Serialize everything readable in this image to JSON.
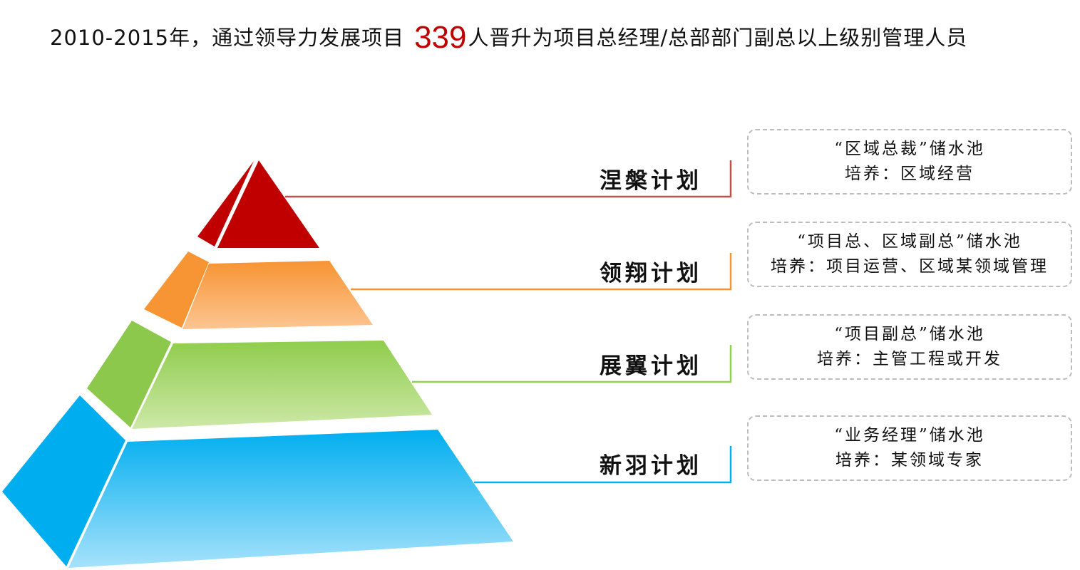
{
  "title": {
    "prefix": "2010-2015年，通过领导力发展项目",
    "number": "339",
    "suffix": "人晋升为项目总经理/总部部门副总以上级别管理人员"
  },
  "tiers": [
    {
      "plan": "涅槃计划",
      "pool": "“区域总裁”储水池",
      "training": "培养：区域经营",
      "color": "#c00000"
    },
    {
      "plan": "领翔计划",
      "pool": "“项目总、区域副总”储水池",
      "training": "培养：项目运营、区域某领域管理",
      "color": "#f79433"
    },
    {
      "plan": "展翼计划",
      "pool": "“项目副总”储水池",
      "training": "培养：主管工程或开发",
      "color": "#92d050"
    },
    {
      "plan": "新羽计划",
      "pool": "“业务经理”储水池",
      "training": "培养：某领域专家",
      "color": "#00b0f0"
    }
  ]
}
